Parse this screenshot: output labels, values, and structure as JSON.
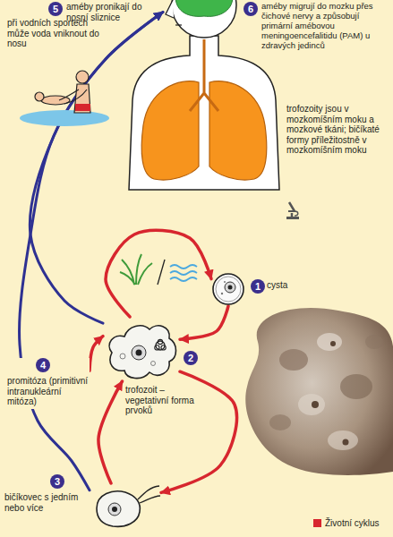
{
  "diagram": {
    "nodes": [
      {
        "text": [
          "5",
          "améby pronikají do nosní sliznice"
        ]
      },
      {
        "text": [
          "6",
          "améby migrují do mozku přes čichové nervy a způsobují primární amébovou meningoencefalitidu (PAM) u zdravých jedinců"
        ]
      },
      {
        "text": [
          "1",
          "cysta"
        ]
      },
      {
        "text": [
          "4",
          "promitóza (primitivní intranukleární mitóza)"
        ]
      },
      {
        "text": [
          "2",
          "trofozoit – vegetativní forma prvoků"
        ]
      },
      {
        "text": [
          "3",
          "bičíkovec s jedním nebo více"
        ]
      }
    ],
    "edges": [
      {
        "from": 4,
        "to": 2,
        "arrow": "to"
      },
      {
        "from": 2,
        "to": 4,
        "arrow": "to"
      },
      {
        "from": 3,
        "to": 4,
        "arrow": "to"
      },
      {
        "from": 4,
        "to": 5,
        "arrow": "to"
      },
      {
        "from": 5,
        "to": 4,
        "arrow": "to"
      },
      {
        "from": 4,
        "to": 0,
        "arrow": "to"
      },
      {
        "from": 5,
        "to": 0,
        "arrow": "to"
      }
    ],
    "labels": [
      "při vodních sportech může voda vniknout do nosu",
      "trofozoity jsou v mozkomíšním moku a mozkové tkáni; bičíkaté formy příležitostně v mozkomíšním moku"
    ],
    "legend": [
      {
        "text": "Životní cyklus",
        "color": "#d7262e"
      }
    ]
  }
}
